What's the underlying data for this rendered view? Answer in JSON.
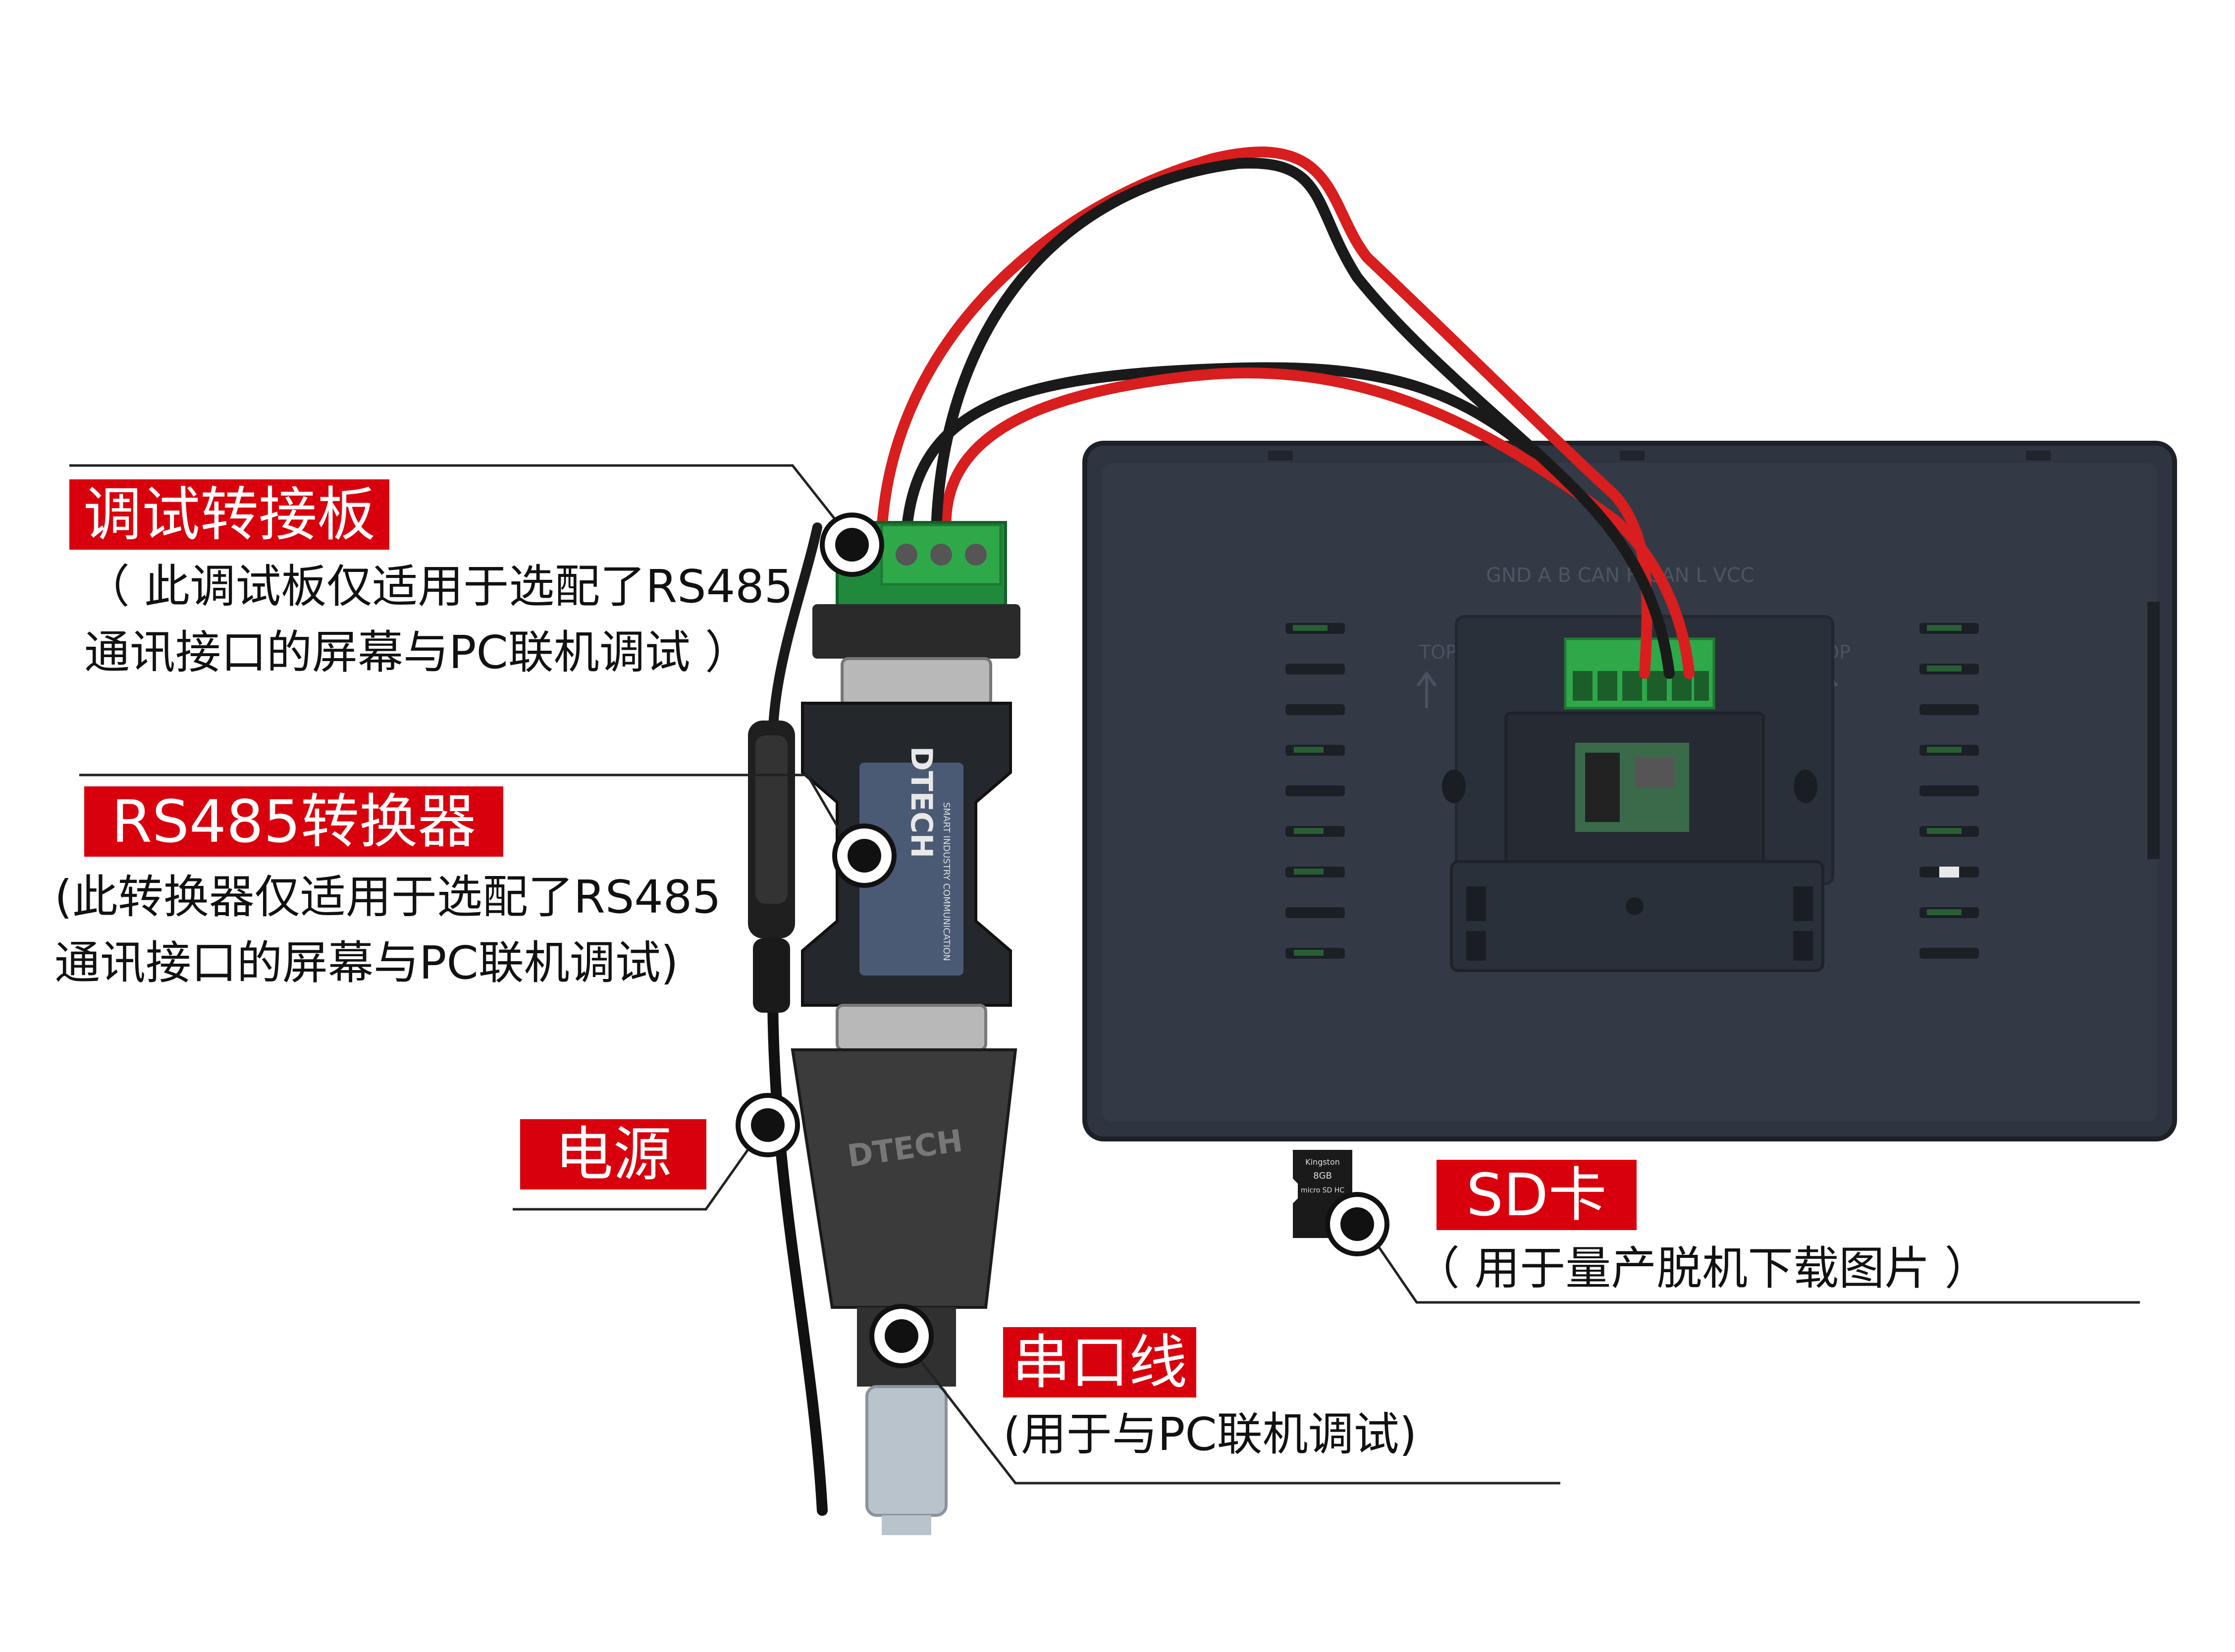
{
  "colors": {
    "label_bg": "#d9000d",
    "label_text": "#ffffff",
    "note_text": "#111111",
    "leader_line": "#222222",
    "device_body": "#2e3440",
    "wire_red": "#d81e1e",
    "wire_black": "#1a1a1a",
    "terminal_green": "#2fa84a"
  },
  "callouts": {
    "debug_board": {
      "title": "调试转接板",
      "note_lines": [
        "（ 此调试板仅适用于选配了RS485",
        "通讯接口的屏幕与PC联机调试 ）"
      ]
    },
    "rs485_converter": {
      "title": "RS485转换器",
      "note_lines": [
        "(此转换器仅适用于选配了RS485",
        "通讯接口的屏幕与PC联机调试)"
      ]
    },
    "power": {
      "title": "电源"
    },
    "sd_card": {
      "title": "SD卡",
      "note_lines": [
        "（ 用于量产脱机下载图片 ）"
      ]
    },
    "serial_cable": {
      "title": "串口线",
      "note_lines": [
        "(用于与PC联机调试)"
      ]
    }
  },
  "product_markings": {
    "converter_brand": "DTECH",
    "converter_subtitle": "SMART INDUSTRY COMMUNICATION",
    "db9_brand": "DTECH",
    "sd_brand": "Kingston",
    "sd_capacity": "8GB",
    "sd_type": "micro SD HC",
    "panel_silkscreen": "GND A B CAN H CAN L VCC",
    "panel_top_marks": [
      "TOP",
      "TOP"
    ]
  },
  "icons": [
    "callout-dot-icon",
    "arrow-up-icon"
  ]
}
